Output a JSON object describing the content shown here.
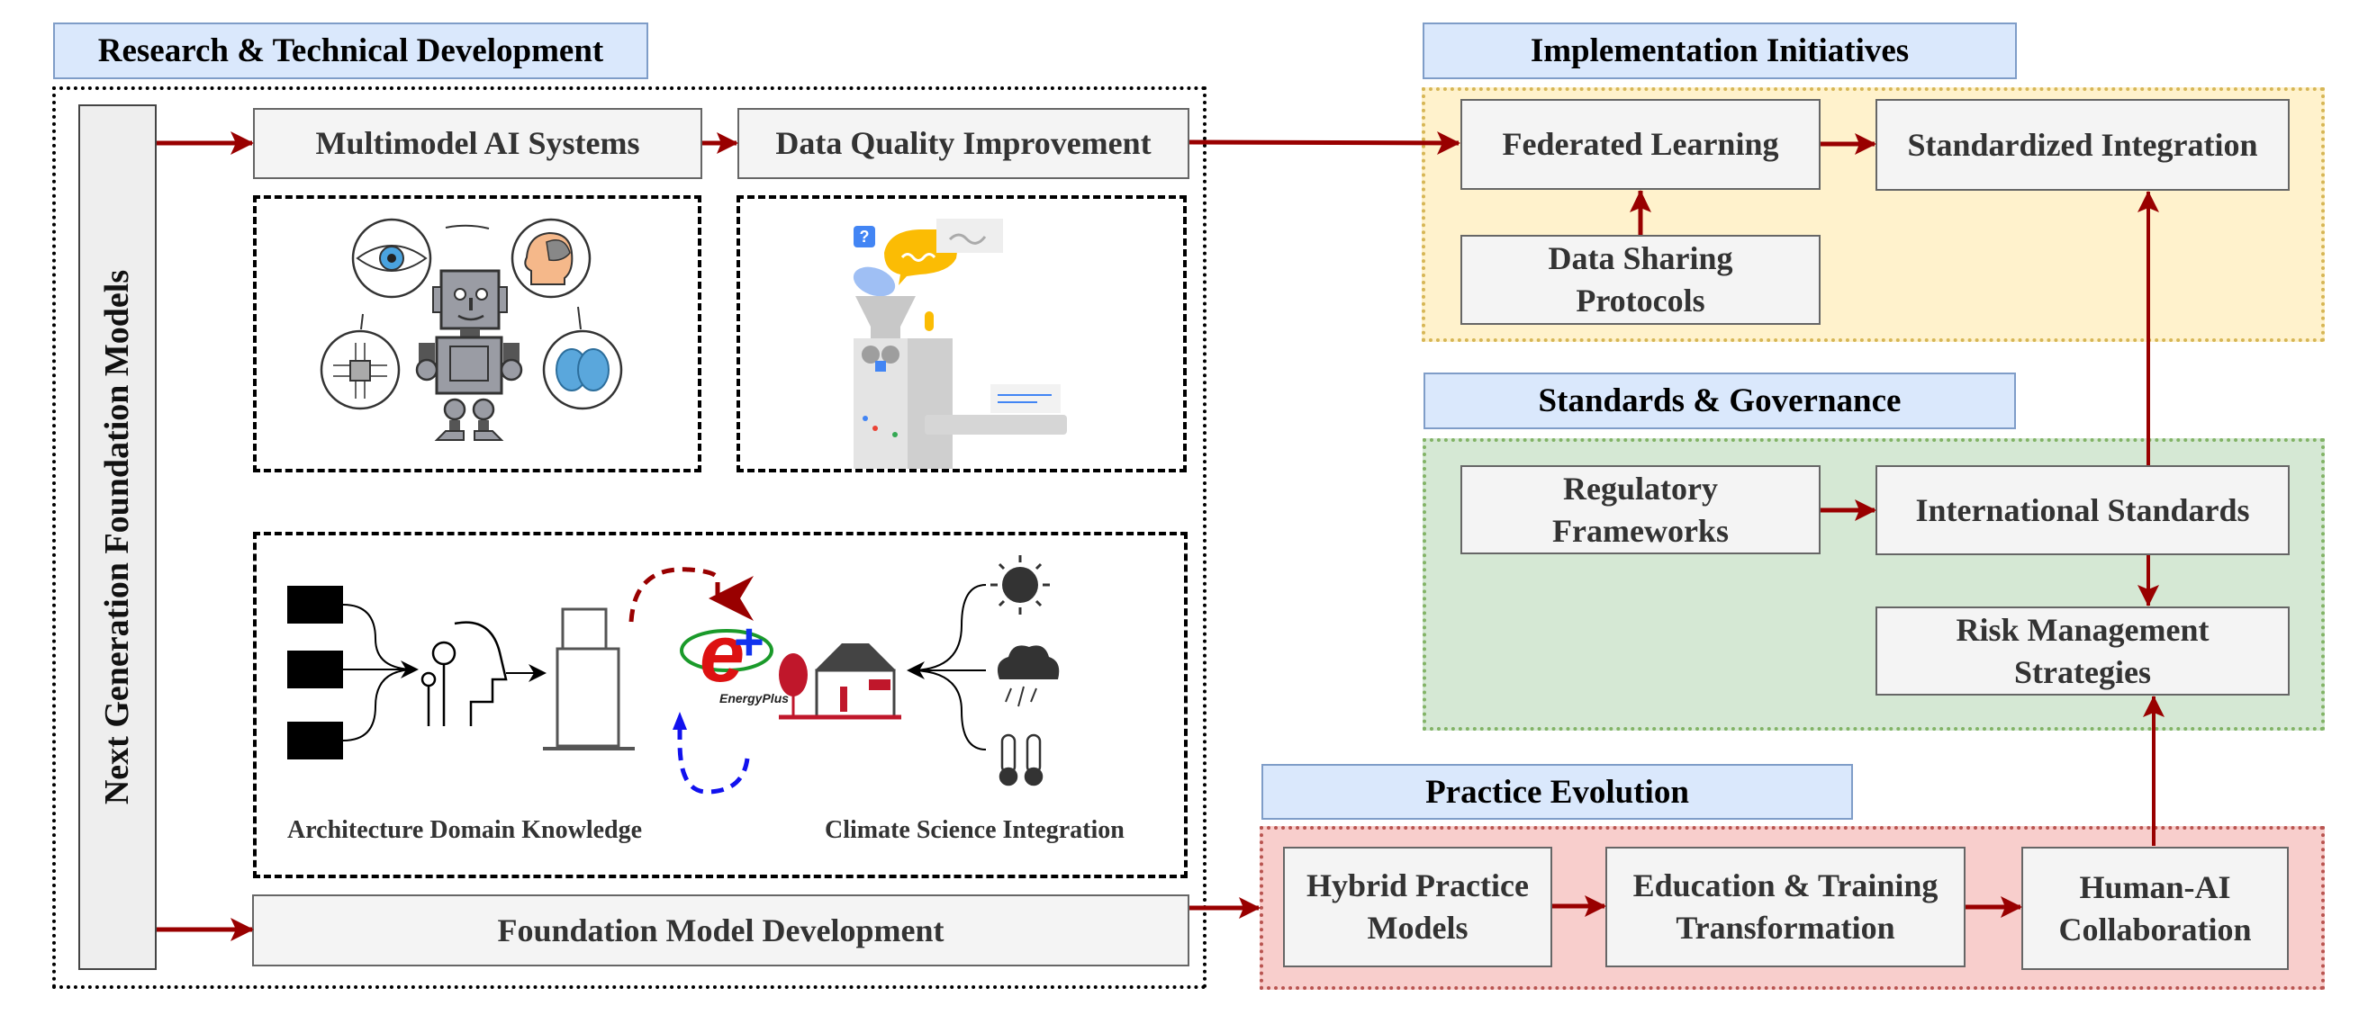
{
  "colors": {
    "arrow": "#990000",
    "title_fill": "#dae8fc",
    "title_border": "#7f9dc8",
    "node_fill": "#f4f4f4",
    "node_border": "#666666",
    "implementation_fill": "#fff2cc",
    "implementation_border": "#d6b656",
    "standards_fill": "#d5e8d4",
    "standards_border": "#82b366",
    "practice_fill": "#f8cecc",
    "practice_border": "#b85450"
  },
  "research": {
    "title": "Research & Technical Development",
    "vertical_label": "Next Generation Foundation Models",
    "multimodel": "Multimodel AI Systems",
    "data_quality": "Data Quality Improvement",
    "foundation": "Foundation Model Development",
    "illustration_ai": "robot-with-ai-capabilities",
    "illustration_data": "data-processing-machine",
    "caption_architecture": "Architecture Domain Knowledge",
    "caption_climate": "Climate Science Integration",
    "energyplus_label": "EnergyPlus"
  },
  "implementation": {
    "title": "Implementation Initiatives",
    "federated": "Federated Learning",
    "standardized": "Standardized Integration",
    "data_sharing_line1": "Data Sharing",
    "data_sharing_line2": "Protocols"
  },
  "standards": {
    "title": "Standards & Governance",
    "regulatory_line1": "Regulatory",
    "regulatory_line2": "Frameworks",
    "international": "International Standards",
    "risk_line1": "Risk Management",
    "risk_line2": "Strategies"
  },
  "practice": {
    "title": "Practice Evolution",
    "hybrid_line1": "Hybrid Practice",
    "hybrid_line2": "Models",
    "education_line1": "Education & Training",
    "education_line2": "Transformation",
    "human_ai_line1": "Human-AI",
    "human_ai_line2": "Collaboration"
  }
}
